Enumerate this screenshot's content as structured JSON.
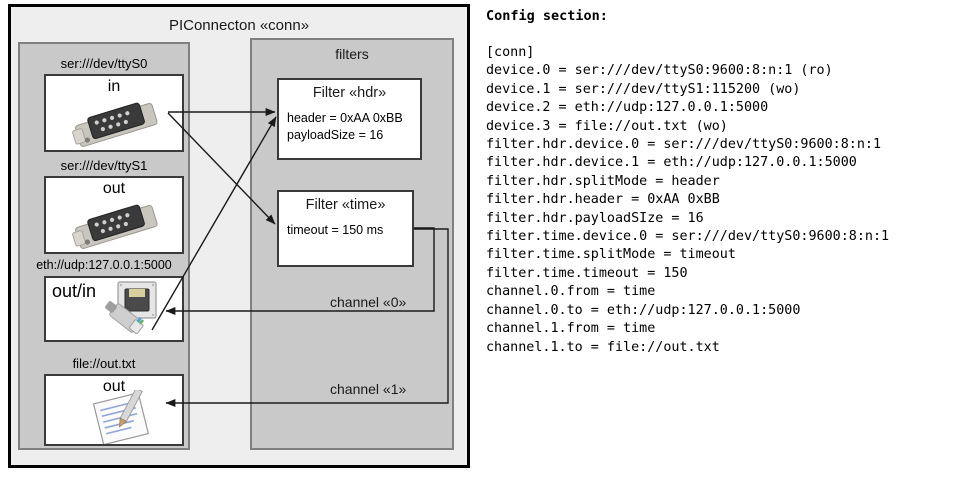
{
  "diagram": {
    "outer_title": "PIConnecton «conn»",
    "devices_group_title": "",
    "filters_group_title": "filters",
    "devices": [
      {
        "label": "ser:///dev/ttyS0",
        "name": "in",
        "icon": "serial-port-icon"
      },
      {
        "label": "ser:///dev/ttyS1",
        "name": "out",
        "icon": "serial-port-icon"
      },
      {
        "label": "eth://udp:127.0.0.1:5000",
        "name": "out/in",
        "icon": "ethernet-jack-icon"
      },
      {
        "label": "file://out.txt",
        "name": "out",
        "icon": "text-file-icon"
      }
    ],
    "filters": [
      {
        "title": "Filter «hdr»",
        "props": [
          "header = 0xAA 0xBB",
          "payloadSize = 16"
        ]
      },
      {
        "title": "Filter «time»",
        "props": [
          "timeout = 150 ms"
        ]
      }
    ],
    "channels": [
      {
        "label": "channel «0»"
      },
      {
        "label": "channel «1»"
      }
    ],
    "colors": {
      "outer_fill": "#eeeeee",
      "group_fill": "#c9c9c9",
      "card_fill": "#ffffff",
      "outer_border": "#000000",
      "group_border": "#808080",
      "card_border": "#3a3a3a",
      "arrow": "#1a1a1a"
    }
  },
  "config": {
    "heading": "Config section:",
    "lines": [
      "[conn]",
      "device.0 = ser:///dev/ttyS0:9600:8:n:1 (ro)",
      "device.1 = ser:///dev/ttyS1:115200 (wo)",
      "device.2 = eth://udp:127.0.0.1:5000",
      "device.3 = file://out.txt (wo)",
      "filter.hdr.device.0 = ser:///dev/ttyS0:9600:8:n:1",
      "filter.hdr.device.1 = eth://udp:127.0.0.1:5000",
      "filter.hdr.splitMode = header",
      "filter.hdr.header = 0xAA 0xBB",
      "filter.hdr.payloadSIze = 16",
      "filter.time.device.0 = ser:///dev/ttyS0:9600:8:n:1",
      "filter.time.splitMode = timeout",
      "filter.time.timeout = 150",
      "channel.0.from = time",
      "channel.0.to = eth://udp:127.0.0.1:5000",
      "channel.1.from = time",
      "channel.1.to = file://out.txt"
    ]
  }
}
